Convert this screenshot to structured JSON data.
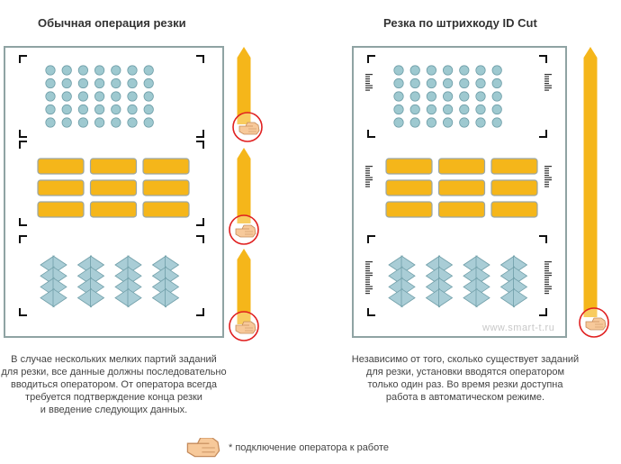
{
  "left": {
    "title": "Обычная операция резки",
    "caption": [
      "В случае нескольких мелких партий заданий",
      "для резки, все данные должны последовательно",
      "вводиться оператором. От оператора всегда",
      "требуется подтверждение конца резки",
      "и введение следующих данных."
    ],
    "operator_points": 3
  },
  "right": {
    "title": "Резка по штрихкоду ID Cut",
    "caption": [
      "Независимо от того, сколько существует заданий",
      "для резки, установки вводятся оператором",
      "только один раз. Во время резки доступна",
      "работа в автоматическом режиме."
    ],
    "operator_points": 1
  },
  "legend": {
    "icon": "hand-pointer-icon",
    "text": "* подключение оператора к работе"
  },
  "watermark": "www.smart-t.ru",
  "colors": {
    "sheet_border": "#8fa3a3",
    "dot": "#9ec9d0",
    "bar": "#f5b61a",
    "bar_border": "#9aa7a7",
    "triangle": "#a9cdd6",
    "arrow": "#f5b61a",
    "circle": "#e02020",
    "hand": "#f7c99a"
  }
}
